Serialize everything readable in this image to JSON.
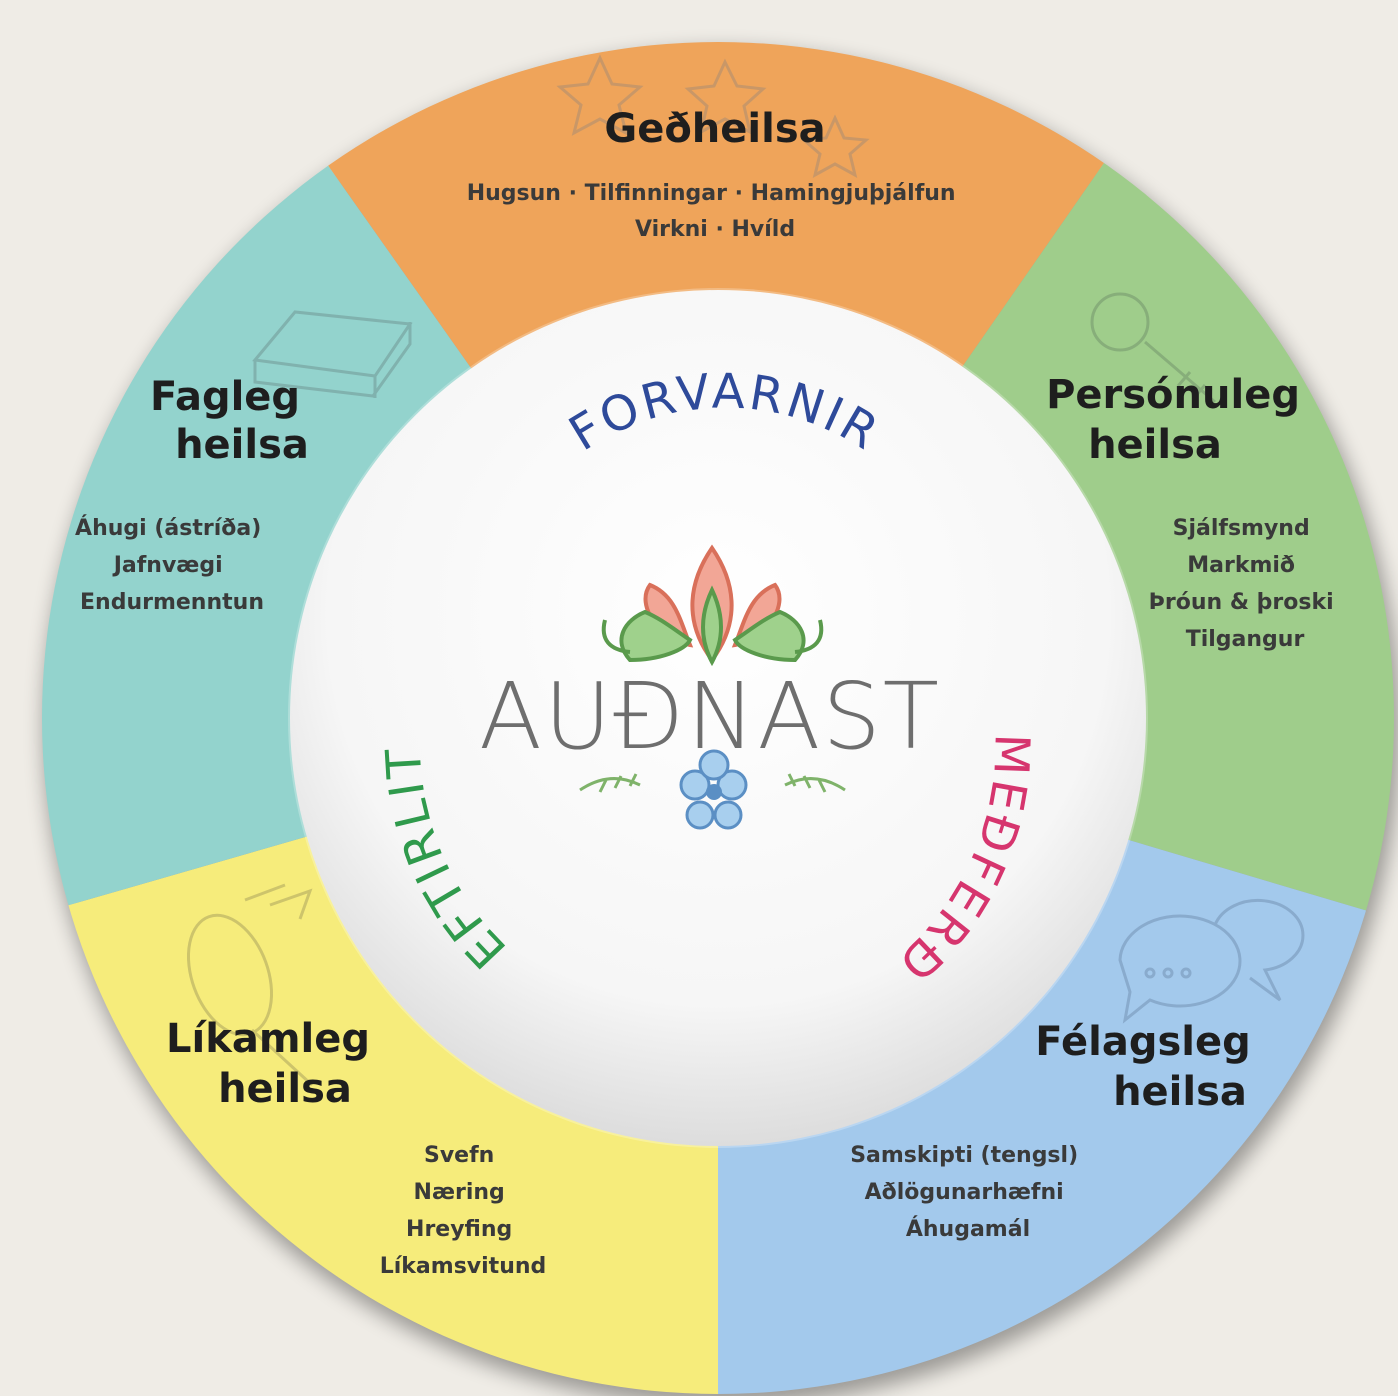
{
  "diagram": {
    "center": {
      "brand": "AUÐNAST",
      "ring_words": [
        {
          "id": "forvarnir",
          "text": "FORVARNIR",
          "color": "#2e4a9a"
        },
        {
          "id": "eftirlit",
          "text": "EFTIRLIT",
          "color": "#2f9a4c"
        },
        {
          "id": "medferd",
          "text": "MEÐFERÐ",
          "color": "#d6356e"
        }
      ]
    },
    "segments": [
      {
        "id": "gedheilsa",
        "title_lines": [
          "Geðheilsa"
        ],
        "items": [
          "Hugsun · Tilfinningar · Hamingjuþjálfun",
          "Virkni · Hvíld"
        ],
        "color": "#efa45a",
        "icon": "stars-icon"
      },
      {
        "id": "personuleg",
        "title_lines": [
          "Persónuleg",
          "heilsa"
        ],
        "items": [
          "Sjálfsmynd",
          "Markmið",
          "Þróun & þroski",
          "Tilgangur"
        ],
        "color": "#9fcd8b",
        "icon": "magnifier-icon"
      },
      {
        "id": "felagsleg",
        "title_lines": [
          "Félagsleg",
          "heilsa"
        ],
        "items": [
          "Samskipti (tengsl)",
          "Aðlögunarhæfni",
          "Áhugamál"
        ],
        "color": "#a3c9ec",
        "icon": "speech-bubbles-icon"
      },
      {
        "id": "likamleg",
        "title_lines": [
          "Líkamleg",
          "heilsa"
        ],
        "items": [
          "Svefn",
          "Næring",
          "Hreyfing",
          "Líkamsvitund"
        ],
        "color": "#f6ec7b",
        "icon": "racket-icon"
      },
      {
        "id": "fagleg",
        "title_lines": [
          "Fagleg",
          "heilsa"
        ],
        "items": [
          "Áhugi (ástríða)",
          "Jafnvægi",
          "Endurmenntun"
        ],
        "color": "#93d3cd",
        "icon": "book-icon"
      }
    ]
  }
}
